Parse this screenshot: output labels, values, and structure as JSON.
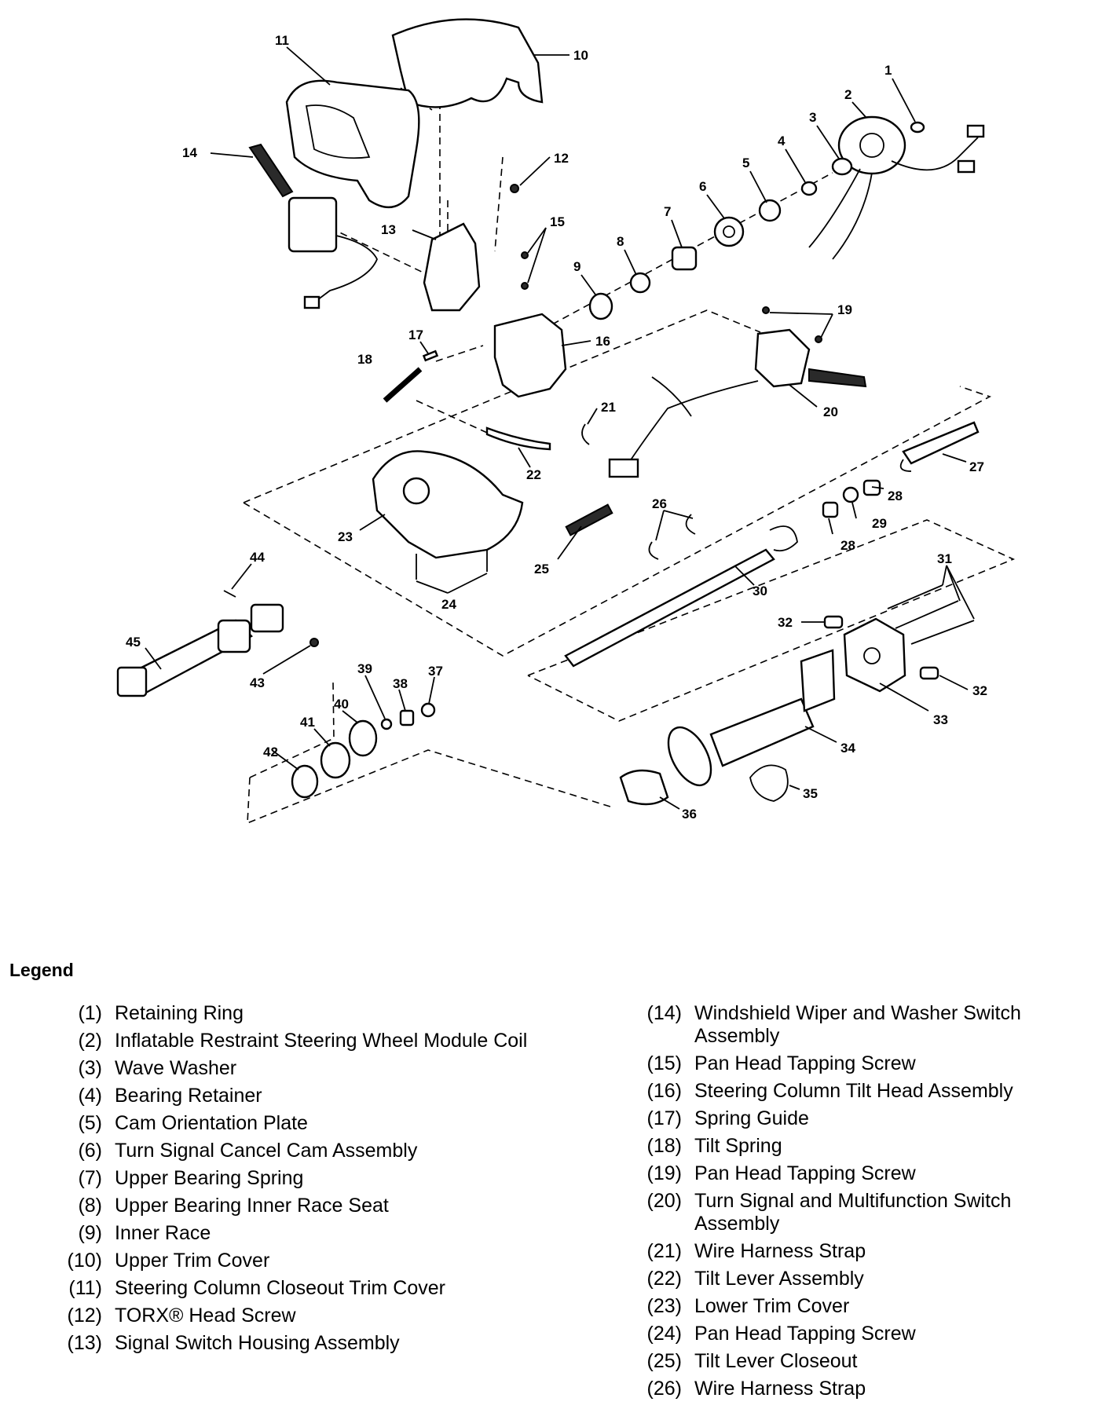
{
  "diagram": {
    "labels": [
      {
        "n": "1"
      },
      {
        "n": "2"
      },
      {
        "n": "3"
      },
      {
        "n": "4"
      },
      {
        "n": "5"
      },
      {
        "n": "6"
      },
      {
        "n": "7"
      },
      {
        "n": "8"
      },
      {
        "n": "9"
      },
      {
        "n": "10"
      },
      {
        "n": "11"
      },
      {
        "n": "12"
      },
      {
        "n": "13"
      },
      {
        "n": "14"
      },
      {
        "n": "15"
      },
      {
        "n": "16"
      },
      {
        "n": "17"
      },
      {
        "n": "18"
      },
      {
        "n": "19"
      },
      {
        "n": "20"
      },
      {
        "n": "21"
      },
      {
        "n": "22"
      },
      {
        "n": "23"
      },
      {
        "n": "24"
      },
      {
        "n": "25"
      },
      {
        "n": "26"
      },
      {
        "n": "27"
      },
      {
        "n": "28"
      },
      {
        "n": "28"
      },
      {
        "n": "29"
      },
      {
        "n": "30"
      },
      {
        "n": "31"
      },
      {
        "n": "32"
      },
      {
        "n": "32"
      },
      {
        "n": "33"
      },
      {
        "n": "34"
      },
      {
        "n": "35"
      },
      {
        "n": "36"
      },
      {
        "n": "37"
      },
      {
        "n": "38"
      },
      {
        "n": "39"
      },
      {
        "n": "40"
      },
      {
        "n": "41"
      },
      {
        "n": "42"
      },
      {
        "n": "43"
      },
      {
        "n": "44"
      },
      {
        "n": "45"
      }
    ]
  },
  "legend": {
    "title": "Legend",
    "left": [
      {
        "num": "(1)",
        "text": "Retaining Ring"
      },
      {
        "num": "(2)",
        "text": "Inflatable Restraint Steering Wheel Module Coil"
      },
      {
        "num": "(3)",
        "text": "Wave Washer"
      },
      {
        "num": "(4)",
        "text": "Bearing Retainer"
      },
      {
        "num": "(5)",
        "text": "Cam Orientation Plate"
      },
      {
        "num": "(6)",
        "text": "Turn Signal Cancel Cam Assembly"
      },
      {
        "num": "(7)",
        "text": "Upper Bearing Spring"
      },
      {
        "num": "(8)",
        "text": "Upper Bearing Inner Race Seat"
      },
      {
        "num": "(9)",
        "text": "Inner Race"
      },
      {
        "num": "(10)",
        "text": "Upper Trim Cover"
      },
      {
        "num": "(11)",
        "text": "Steering Column Closeout Trim Cover"
      },
      {
        "num": "(12)",
        "text": "TORX® Head Screw"
      },
      {
        "num": "(13)",
        "text": "Signal Switch Housing Assembly"
      }
    ],
    "right": [
      {
        "num": "(14)",
        "text": "Windshield Wiper and Washer Switch Assembly"
      },
      {
        "num": "(15)",
        "text": "Pan Head Tapping Screw"
      },
      {
        "num": "(16)",
        "text": "Steering Column Tilt Head Assembly"
      },
      {
        "num": "(17)",
        "text": "Spring Guide"
      },
      {
        "num": "(18)",
        "text": "Tilt Spring"
      },
      {
        "num": "(19)",
        "text": "Pan Head Tapping Screw"
      },
      {
        "num": "(20)",
        "text": "Turn Signal and Multifunction Switch Assembly"
      },
      {
        "num": "(21)",
        "text": "Wire Harness Strap"
      },
      {
        "num": "(22)",
        "text": "Tilt Lever Assembly"
      },
      {
        "num": "(23)",
        "text": "Lower Trim Cover"
      },
      {
        "num": "(24)",
        "text": "Pan Head Tapping Screw"
      },
      {
        "num": "(25)",
        "text": "Tilt Lever Closeout"
      },
      {
        "num": "(26)",
        "text": "Wire Harness Strap"
      }
    ]
  }
}
